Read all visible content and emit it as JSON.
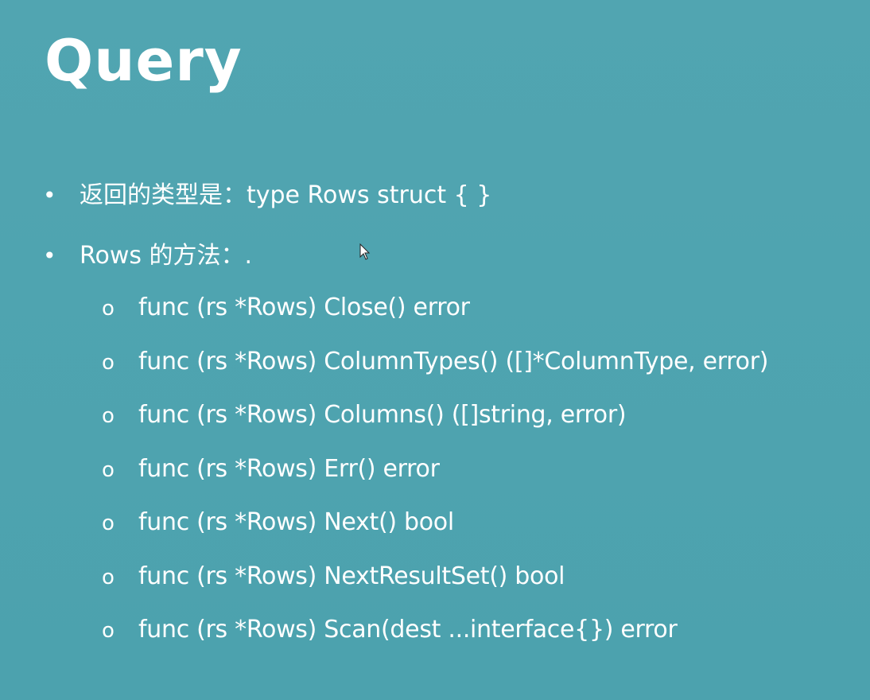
{
  "slide": {
    "title": "Query",
    "bullets": [
      {
        "marker": "•",
        "text": "返回的类型是：type Rows struct { }"
      },
      {
        "marker": "•",
        "text": "Rows 的方法：."
      }
    ],
    "sub_bullets": [
      {
        "marker": "o",
        "text": "func (rs *Rows) Close() error"
      },
      {
        "marker": "o",
        "text": "func (rs *Rows) ColumnTypes() ([]*ColumnType, error)"
      },
      {
        "marker": "o",
        "text": "func (rs *Rows) Columns() ([]string, error)"
      },
      {
        "marker": "o",
        "text": "func (rs *Rows) Err() error"
      },
      {
        "marker": "o",
        "text": "func (rs *Rows) Next() bool"
      },
      {
        "marker": "o",
        "text": "func (rs *Rows) NextResultSet() bool"
      },
      {
        "marker": "o",
        "text": "func (rs *Rows) Scan(dest ...interface{}) error"
      }
    ],
    "colors": {
      "background": "#4ea3b0",
      "text": "#ffffff"
    },
    "cursor_icon": "mouse-pointer-icon"
  }
}
